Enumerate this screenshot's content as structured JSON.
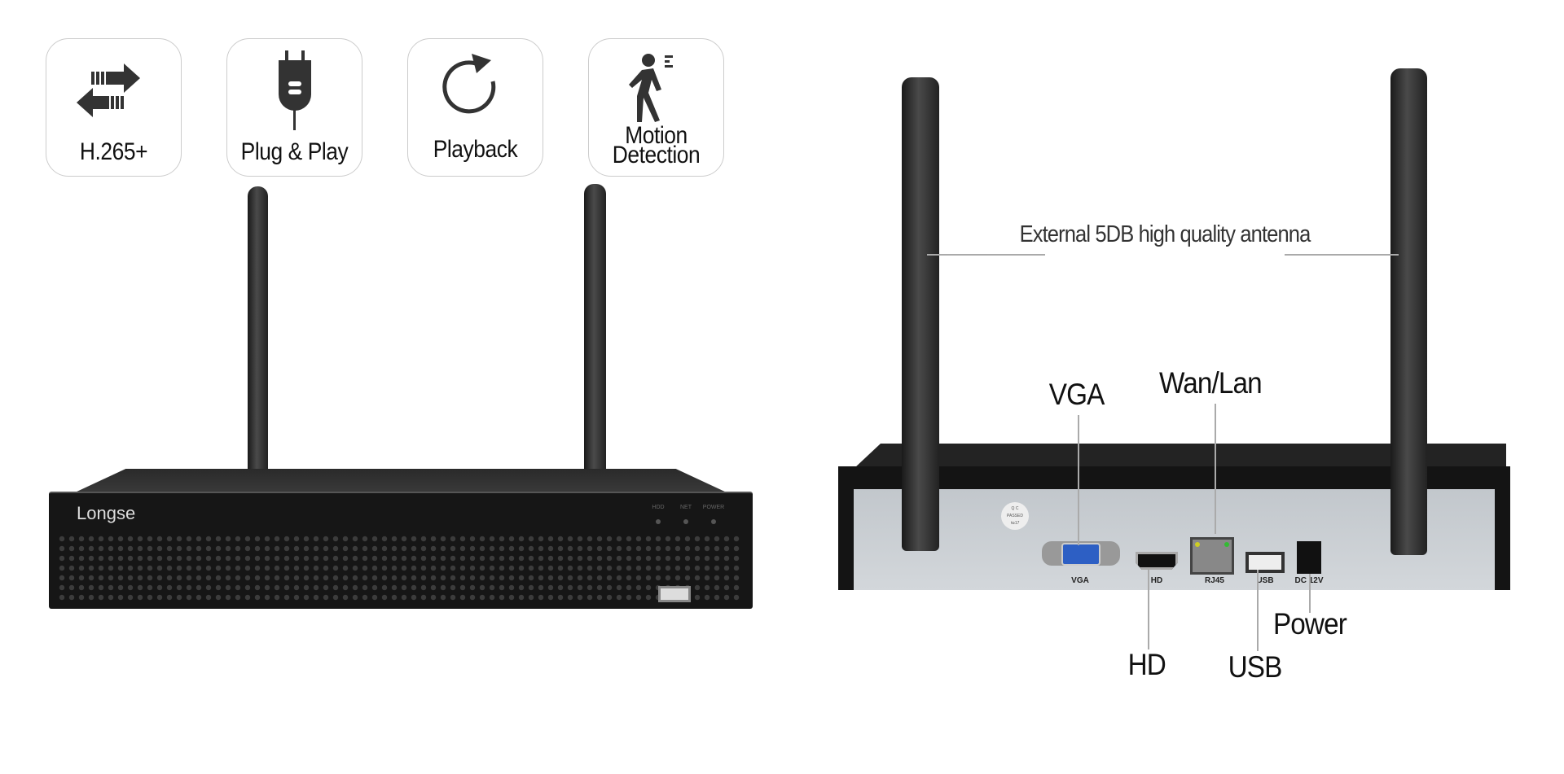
{
  "features": [
    {
      "label": "H.265+",
      "icon": "arrows-exchange-icon"
    },
    {
      "label": "Plug & Play",
      "icon": "plug-icon"
    },
    {
      "label": "Playback",
      "icon": "circular-arrow-icon"
    },
    {
      "label": "Motion Detection",
      "line1": "Motion",
      "line2": "Detection",
      "icon": "walking-person-icon"
    }
  ],
  "front_device": {
    "brand": "Longse",
    "leds": [
      "HDD",
      "NET",
      "POWER"
    ]
  },
  "rear_device": {
    "antenna_caption": "External 5DB high quality antenna",
    "qc_sticker": [
      "Q C",
      "PASSED",
      "№17"
    ],
    "ports": {
      "vga": "VGA",
      "hd": "HD",
      "rj45": "RJ45",
      "usb": "USB",
      "dc": "DC 12V"
    },
    "callouts": {
      "vga": "VGA",
      "wan": "Wan/Lan",
      "hd": "HD",
      "usb": "USB",
      "power": "Power"
    }
  },
  "colors": {
    "device": "#1e1e1e",
    "panel": "#c9ced3",
    "vga_blue": "#2d5fc4"
  }
}
